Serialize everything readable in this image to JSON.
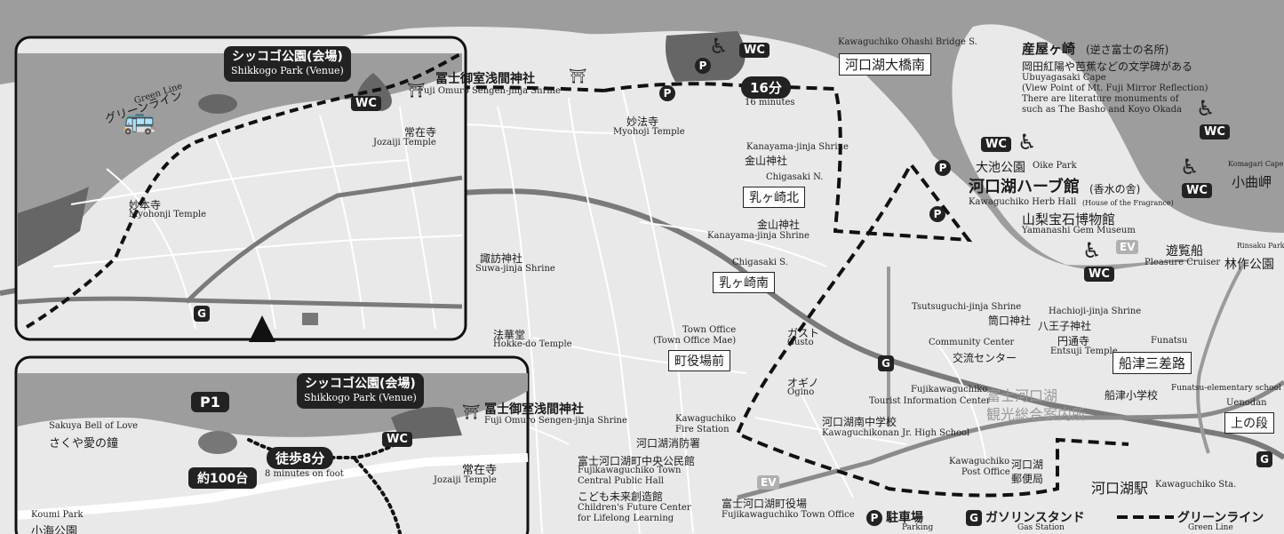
{
  "colors": {
    "water": "#9a9a9a",
    "land": "#e9e9e9",
    "road": "#7a7a7a",
    "route": "#111111",
    "label": "#1a1a1a",
    "park": "#666666"
  },
  "icons": {
    "parking": "parking-icon",
    "gas": "gas-station-icon",
    "wc": "wc-icon",
    "wheelchair": "wheelchair-icon",
    "shrine": "shrine-gate-icon",
    "bus": "bus-icon",
    "ev": "ev-charger-icon"
  },
  "inset_top": {
    "venue_ja": "シッコゴ公園(会場)",
    "venue_en": "Shikkogo Park (Venue)",
    "shrine_ja": "冨士御室浅間神社",
    "shrine_en": "Fuji Omuro Sengen-jinja Shrine",
    "green_line_en": "Green Line",
    "green_line_ja": "グリーンライン",
    "jozaiji_ja": "常在寺",
    "jozaiji_en": "Jozaiji Temple",
    "myohonji_ja": "妙本寺",
    "myohonji_en": "Myohonji Temple",
    "wc": "WC",
    "gas": "G"
  },
  "inset_bottom": {
    "venue_ja": "シッコゴ公園(会場)",
    "venue_en": "Shikkogo Park (Venue)",
    "shrine_ja": "冨士御室浅間神社",
    "shrine_en": "Fuji Omuro Sengen-jinja Shrine",
    "p1": "P1",
    "capacity": "約100台",
    "walk_ja": "徒歩8分",
    "walk_en": "8 minutes on foot",
    "sakuya_en": "Sakuya Bell of Love",
    "sakuya_ja": "さくや愛の鐘",
    "koumi_en": "Koumi Park",
    "koumi_ja": "小海公園",
    "jozaiji_ja": "常在寺",
    "jozaiji_en": "Jozaiji Temple",
    "wc": "WC"
  },
  "main": {
    "shrine_ja": "冨士御室浅間神社",
    "shrine_en": "Fuji Omuro Sengen-jinja Shrine",
    "time_ja": "16分",
    "time_en": "16 minutes",
    "myohoji_ja": "妙法寺",
    "myohoji_en": "Myohoji Temple",
    "bridge_en": "Kawaguchiko Ohashi Bridge S.",
    "bridge_ja": "河口湖大橋南",
    "kanayama1_en": "Kanayama-jinja Shrine",
    "kanayama1_ja": "金山神社",
    "chigasaki_n_en": "Chigasaki N.",
    "chigasaki_n_ja": "乳ヶ崎北",
    "kanayama2_ja": "金山神社",
    "kanayama2_en": "Kanayama-jinja Shrine",
    "suwa_ja": "諏訪神社",
    "suwa_en": "Suwa-jinja Shrine",
    "chigasaki_s_en": "Chigasaki S.",
    "chigasaki_s_ja": "乳ヶ崎南",
    "hokke_ja": "法華堂",
    "hokke_en": "Hokke-do Temple",
    "townoffice_en1": "Town Office",
    "townoffice_en2": "(Town Office Mae)",
    "townoffice_ja": "町役場前",
    "gusto_ja": "ガスト",
    "gusto_en": "Gusto",
    "ogino_ja": "オギノ",
    "ogino_en": "Ogino",
    "fire_en1": "Kawaguchiko",
    "fire_en2": "Fire Station",
    "fire_ja": "河口湖消防署",
    "hall_ja": "富士河口湖町中央公民館",
    "hall_en1": "Fujikawaguchiko Town",
    "hall_en2": "Central Public Hall",
    "kodomo_ja": "こども未来創造館",
    "kodomo_en1": "Children's Future Center",
    "kodomo_en2": "for Lifelong Learning",
    "town_office_ja": "富士河口湖町役場",
    "town_office_en": "Fujikawaguchiko Town Office",
    "jrhigh_ja": "河口湖南中学校",
    "jrhigh_en": "Kawaguchikonan Jr. High School",
    "tourist_en1": "Fujikawaguchiko",
    "tourist_en2": "Tourist Information Center",
    "tourist_ja1": "富士河口湖",
    "tourist_ja2": "観光総合案内所",
    "post_en1": "Kawaguchiko",
    "post_en2": "Post Office",
    "post_ja1": "河口湖",
    "post_ja2": "郵便局",
    "community_en": "Community Center",
    "community_ja": "交流センター",
    "tsutsuguchi_en": "Tsutsuguchi-jinja Shrine",
    "tsutsuguchi_ja": "筒口神社",
    "hachioji_en": "Hachioji-jinja Shrine",
    "hachioji_ja": "八王子神社",
    "entsuji_ja": "円通寺",
    "entsuji_en": "Entsuji Temple",
    "funatsu_en": "Funatsu",
    "funatsu_ja": "船津三差路",
    "funatsu_school_ja": "船津小学校",
    "funatsu_school_en": "Funatsu-elementary school",
    "uenodan_en": "Uenodan",
    "uenodan_ja": "上の段",
    "station_ja": "河口湖駅",
    "station_en": "Kawaguchiko Sta.",
    "ubuya_ja": "産屋ヶ崎",
    "ubuya_note": "(逆さ富士の名所)",
    "ubuya_lit": "岡田紅陽や芭蕉などの文学碑がある",
    "ubuya_en1": "Ubuyagasaki Cape",
    "ubuya_en2": "(View Point of Mt. Fuji Mirror Reflection)",
    "ubuya_en3": "There are literature monuments of",
    "ubuya_en4": "such as The Basho and Koyo Okada",
    "oike_ja": "大池公園",
    "oike_en": "Oike Park",
    "herb_ja": "河口湖ハーブ館",
    "herb_note": "(香水の舎)",
    "herb_en1": "Kawaguchiko Herb Hall",
    "herb_en2": "(House of the Fragrance)",
    "gem_ja": "山梨宝石博物館",
    "gem_en": "Yamanashi Gem Museum",
    "komagari_en": "Komagari Cape",
    "komagari_ja": "小曲岬",
    "cruiser_ja": "遊覧船",
    "cruiser_en": "Pleasure Cruiser",
    "rinsaku_en": "Rinsaku Park",
    "rinsaku_ja": "林作公園",
    "wc": "WC",
    "ev": "EV",
    "p": "P",
    "g": "G"
  },
  "legend": {
    "parking_symbol": "P",
    "parking_ja": "駐車場",
    "parking_en": "Parking",
    "gas_symbol": "G",
    "gas_ja": "ガソリンスタンド",
    "gas_en": "Gas Station",
    "line_ja": "グリーンライン",
    "line_en": "Green Line"
  }
}
